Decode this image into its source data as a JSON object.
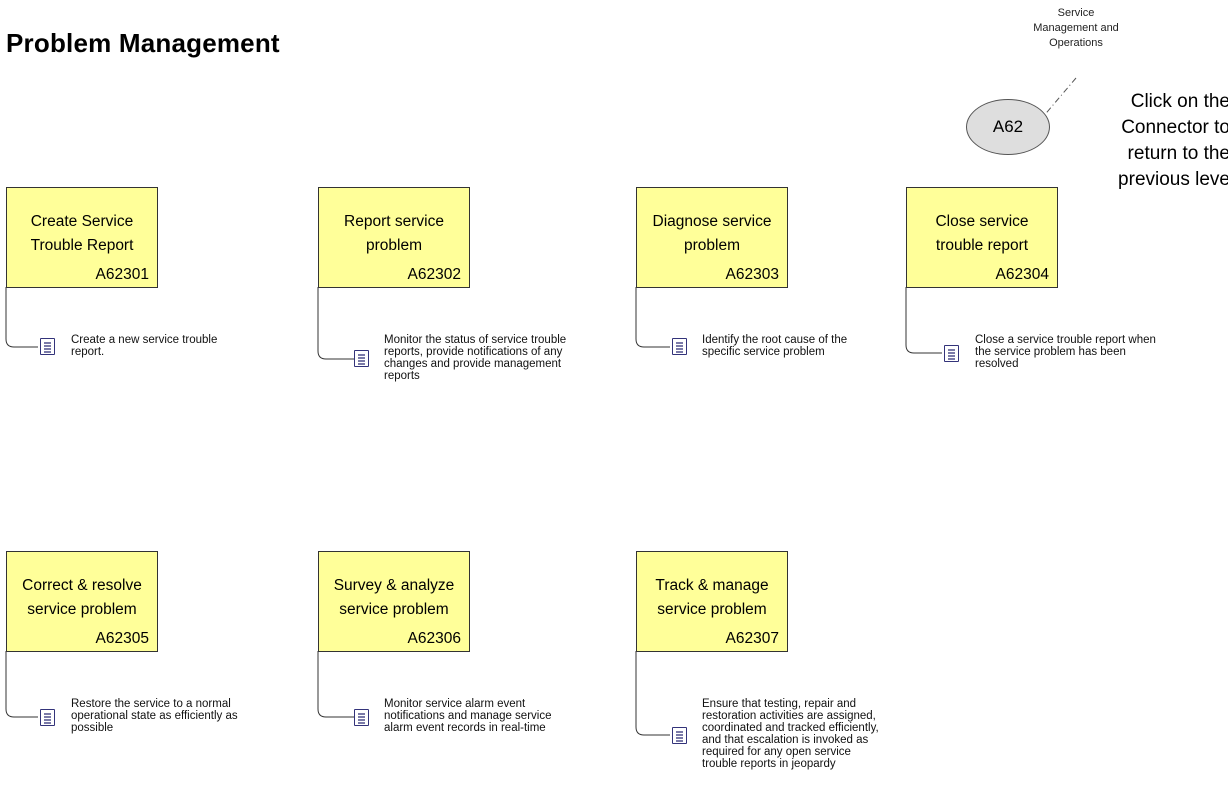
{
  "title": "Problem Management",
  "connector": {
    "label_lines": [
      "Service",
      "Management and",
      "Operations"
    ],
    "id": "A62",
    "note_lines": [
      "Click on the",
      "Connector to",
      "return to the",
      "previous leve"
    ]
  },
  "processes": [
    {
      "name_lines": [
        "Create Service",
        "Trouble Report"
      ],
      "id": "A62301",
      "desc_lines": [
        "Create a new service trouble",
        "report."
      ]
    },
    {
      "name_lines": [
        "Report service",
        "problem"
      ],
      "id": "A62302",
      "desc_lines": [
        "Monitor the status of service trouble",
        "reports, provide notifications of any",
        "changes and provide management",
        "reports"
      ]
    },
    {
      "name_lines": [
        "Diagnose service",
        "problem"
      ],
      "id": "A62303",
      "desc_lines": [
        "Identify the root cause of the",
        "specific service problem"
      ]
    },
    {
      "name_lines": [
        "Close service",
        "trouble report"
      ],
      "id": "A62304",
      "desc_lines": [
        "Close a service trouble report when",
        "the service problem has been",
        "resolved"
      ]
    },
    {
      "name_lines": [
        "Correct & resolve",
        "service problem"
      ],
      "id": "A62305",
      "desc_lines": [
        "Restore the service to a normal",
        "operational state as efficiently as",
        "possible"
      ]
    },
    {
      "name_lines": [
        "Survey & analyze",
        "service problem"
      ],
      "id": "A62306",
      "desc_lines": [
        "Monitor service alarm event",
        "notifications and manage service",
        "alarm event records in real-time"
      ]
    },
    {
      "name_lines": [
        "Track & manage",
        "service problem"
      ],
      "id": "A62307",
      "desc_lines": [
        "Ensure that testing, repair and",
        "restoration activities are assigned,",
        "coordinated and tracked efficiently,",
        "and that escalation is invoked as",
        "required for any open service",
        "trouble reports in jeopardy"
      ]
    }
  ]
}
